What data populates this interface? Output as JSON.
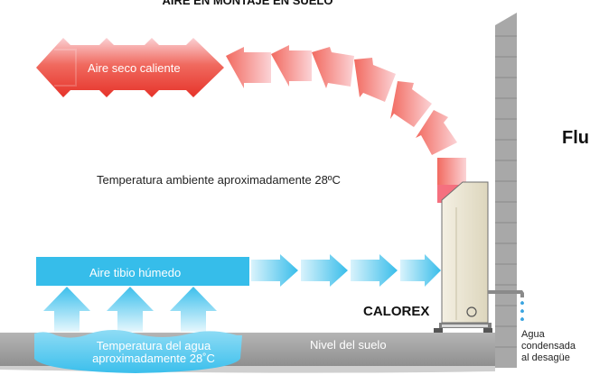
{
  "title": "AIRE EN MONTAJE EN SUELO",
  "side_title": "Flu",
  "hot_air_label": "Aire seco caliente",
  "ambient_label": "Temperatura ambiente aproximadamente 28ºC",
  "warm_air_label": "Aire tibio húmedo",
  "water_label_line1": "Temperatura del agua",
  "water_label_line2": "aproximadamente 28˚C",
  "ground_label": "Nivel del suelo",
  "brand": "CALOREX",
  "drain_label_line1": "Agua",
  "drain_label_line2": "condensada",
  "drain_label_line3": "al desagüe",
  "colors": {
    "hot": "#ec3d2e",
    "hot_light": "#fbd0d4",
    "cool": "#3cc0ec",
    "cool_light": "#d9f3fc",
    "ground": "#9c9c9c",
    "wall": "#a5a5a5",
    "unit": "#ece7d4"
  }
}
